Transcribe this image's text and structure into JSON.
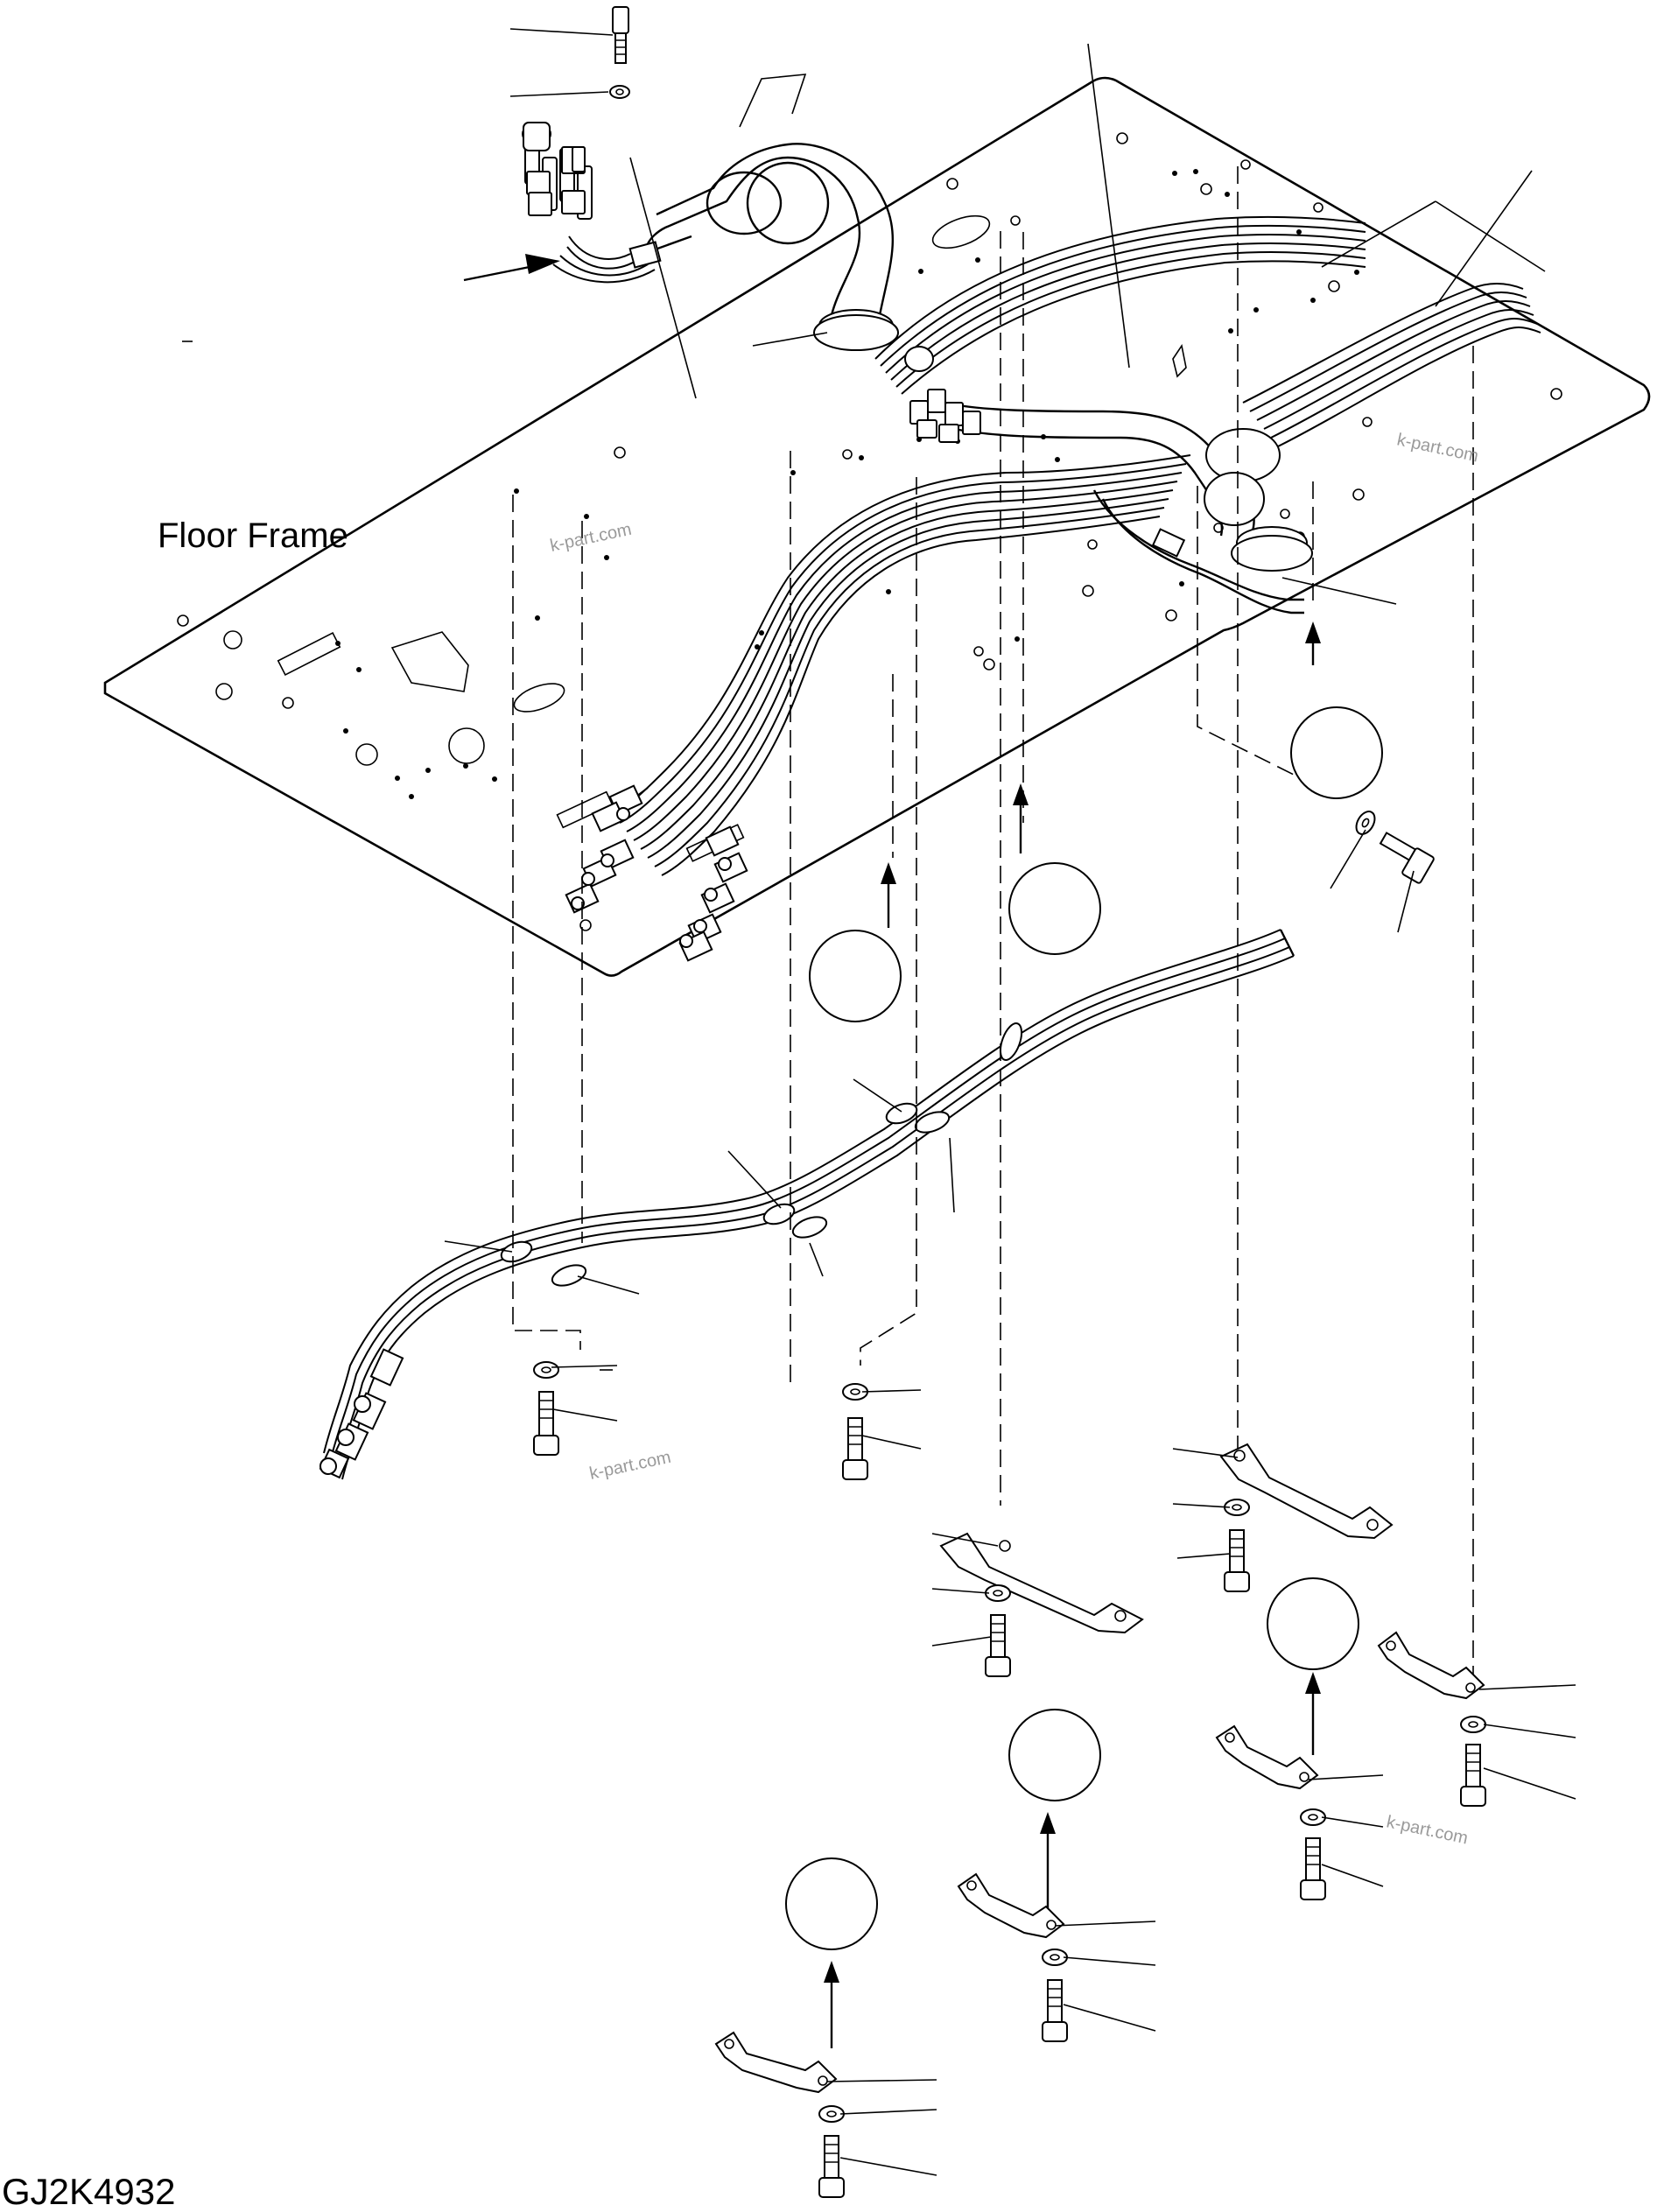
{
  "diagram": {
    "label_floor_frame": "Floor Frame",
    "drawing_code": "GJ2K4932",
    "watermark": "k-part.com"
  }
}
